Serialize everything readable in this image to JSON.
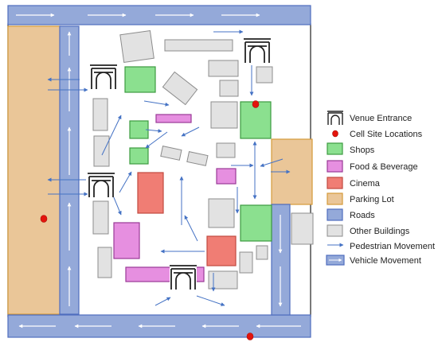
{
  "colors": {
    "road": "#94a9d9",
    "road_stroke": "#4f6dbf",
    "parking": "#eac698",
    "parking_stroke": "#d49a3a",
    "shop": "#8be08f",
    "shop_stroke": "#3c9b40",
    "food": "#e68fe0",
    "food_stroke": "#9a3a96",
    "cinema": "#f07d74",
    "cinema_stroke": "#c24a40",
    "building": "#e2e2e2",
    "building_stroke": "#8c8c8c",
    "cell": "#e3140c",
    "arrow": "#4472c4",
    "vehicle_arrow": "#ffffff"
  },
  "legend": {
    "items": [
      {
        "label": "Venue Entrance",
        "icon": "venue-entrance-icon"
      },
      {
        "label": "Cell Site Locations",
        "icon": "cell-site-icon"
      },
      {
        "label": "Shops",
        "icon": "shop-swatch"
      },
      {
        "label": "Food &  Beverage",
        "icon": "food-swatch"
      },
      {
        "label": "Cinema",
        "icon": "cinema-swatch"
      },
      {
        "label": "Parking Lot",
        "icon": "parking-swatch"
      },
      {
        "label": "Roads",
        "icon": "road-swatch"
      },
      {
        "label": "Other Buildings",
        "icon": "building-swatch"
      },
      {
        "label": "Pedestrian Movement",
        "icon": "pedestrian-arrow-icon"
      },
      {
        "label": "Vehicle Movement",
        "icon": "vehicle-arrow-icon"
      }
    ]
  }
}
